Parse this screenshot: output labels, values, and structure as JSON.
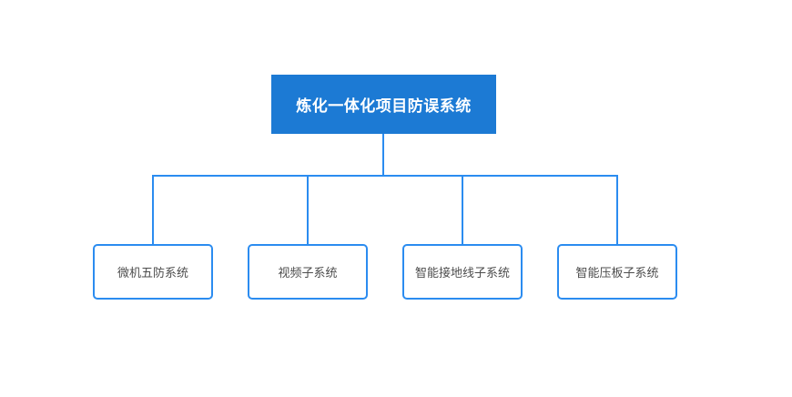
{
  "diagram": {
    "root": {
      "label": "炼化一体化项目防误系统"
    },
    "children": [
      {
        "label": "微机五防系统"
      },
      {
        "label": "视频子系统"
      },
      {
        "label": "智能接地线子系统"
      },
      {
        "label": "智能压板子系统"
      }
    ],
    "colors": {
      "background": "#ffffff",
      "root_fill": "#1c7ad4",
      "root_text": "#ffffff",
      "connector": "#2b8cf0",
      "child_border": "#2b8cf0",
      "child_text": "#4d4d4d"
    }
  }
}
